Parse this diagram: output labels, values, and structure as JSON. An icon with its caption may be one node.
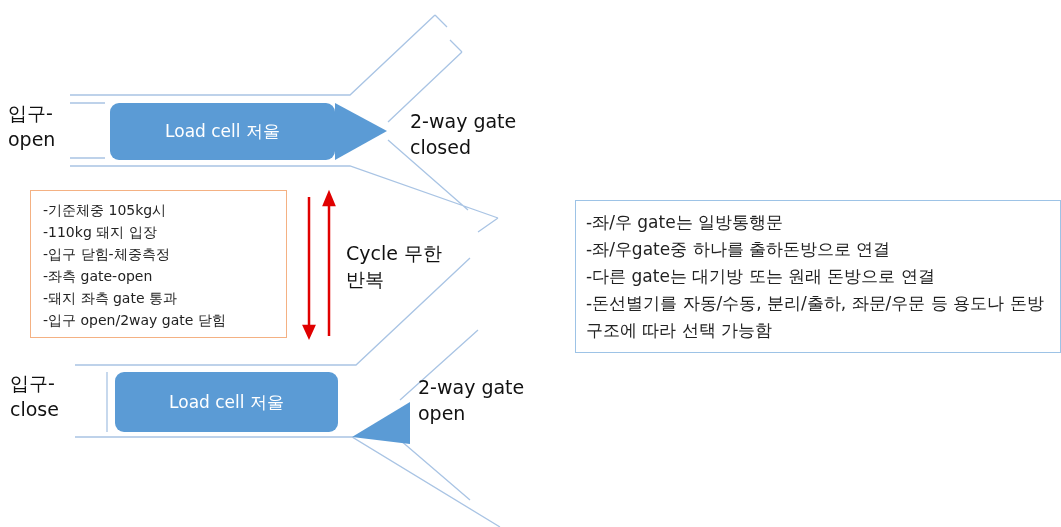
{
  "diagram": {
    "nodes": [
      {
        "text": [
          "Load cell 저울"
        ]
      },
      {
        "text": [
          "-기준체중 105kg시",
          "-110kg 돼지 입장",
          "-입구 닫힘-체중측정",
          "-좌측 gate-open",
          "-돼지 좌측 gate 통과",
          "-입구 open/2way gate 닫힘"
        ]
      },
      {
        "text": [
          "Load cell 저울"
        ]
      },
      {
        "text": [
          "-좌/우 gate는 일방통행문",
          "-좌/우gate중 하나를 출하돈방으로 연결",
          "-다른 gate는 대기방 또는 원래 돈방으로 연결",
          "-돈선별기를 자동/수동, 분리/출하, 좌문/우문 등 용도나 돈방구조에 따라 선택 가능함"
        ]
      }
    ],
    "labels": [
      "입구- open",
      "2-way gate closed",
      "Cycle 무한반복",
      "입구- close",
      "2-way gate open"
    ]
  }
}
